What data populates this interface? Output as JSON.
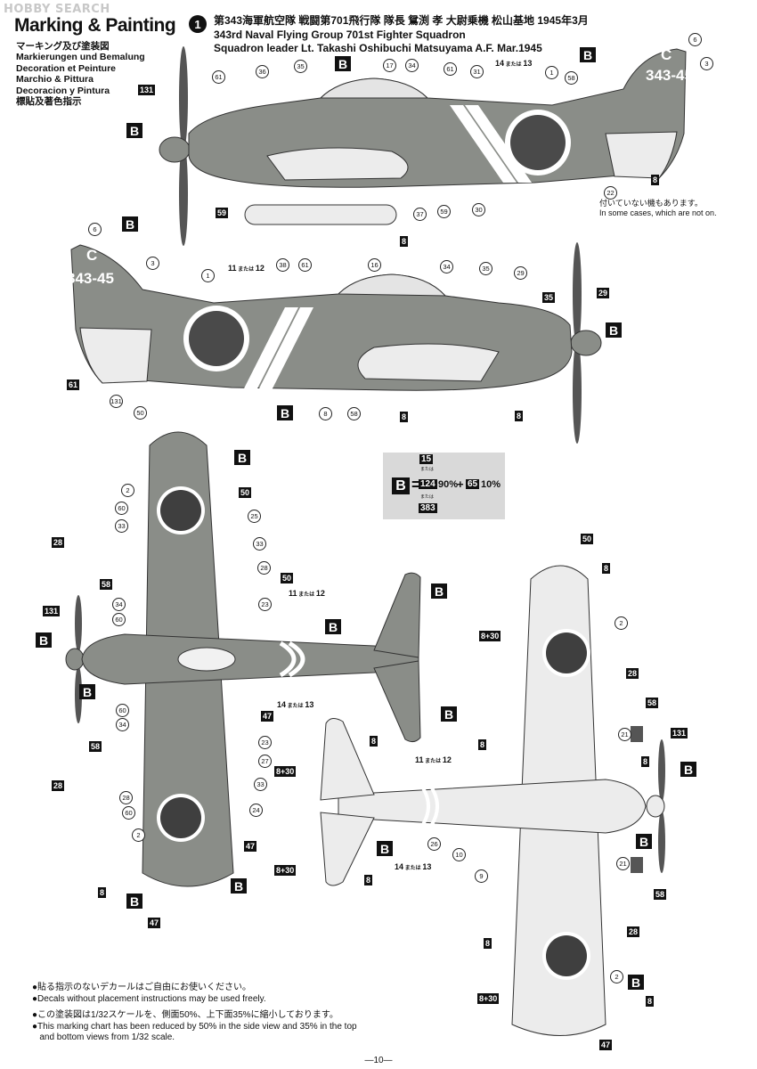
{
  "watermark": "HOBBY SEARCH",
  "header": {
    "title": "Marking & Painting",
    "languages": [
      "マーキング及び塗装図",
      "Markierungen und Bemalung",
      "Decoration et Peinture",
      "Marchio & Pittura",
      "Decoracion y Pintura",
      "標貼及著色指示"
    ],
    "scheme_no": "1",
    "jp_line": "第343海軍航空隊 戦闘第701飛行隊 隊長 鴛渕 孝 大尉乗機 松山基地 1945年3月",
    "en_line1": "343rd Naval Flying Group 701st Fighter Squadron",
    "en_line2": "Squadron leader Lt. Takashi Oshibuchi Matsuyama A.F. Mar.1945"
  },
  "formula": {
    "color_letter": "B",
    "eq": "=",
    "top_code": "15",
    "or_label": "または",
    "or_small": "or",
    "main_code": "124",
    "pct1": "90%",
    "plus": "+",
    "code2": "65",
    "pct2": "10%",
    "bottom_code": "383"
  },
  "side_note": {
    "jp": "付いていない機もあります。",
    "en": "In some cases, which are not on."
  },
  "aircraft_code": "343-45",
  "tail_letter": "C",
  "notes": [
    "●貼る指示のないデカールはご自由にお使いください。",
    "●Decals without placement instructions may be used freely.",
    "●この塗装図は1/32スケールを、側面50%、上下面35%に縮小しております。",
    "●This marking chart has been reduced by 50% in the side view and 35% in the top",
    "   and bottom views from 1/32 scale."
  ],
  "page_number": "—10—",
  "colors": {
    "upper_green": "#8a8d88",
    "lower_grey": "#ececec",
    "black": "#111111",
    "formula_bg": "#d9d9d9"
  },
  "callouts_side1": [
    "36",
    "35",
    "17",
    "34",
    "61",
    "31",
    "14",
    "13",
    "1",
    "6",
    "3",
    "61",
    "131",
    "58",
    "22",
    "8",
    "37",
    "59",
    "30",
    "8",
    "8"
  ],
  "callouts_side2": [
    "6",
    "3",
    "1",
    "11",
    "12",
    "38",
    "61",
    "16",
    "34",
    "35",
    "29",
    "61",
    "131",
    "8",
    "58",
    "59",
    "37",
    "8",
    "8"
  ],
  "callouts_top": [
    "50",
    "2",
    "50",
    "60",
    "25",
    "33",
    "28",
    "2",
    "33",
    "28",
    "50",
    "58",
    "23",
    "34",
    "60",
    "11",
    "12",
    "131",
    "47",
    "23",
    "27",
    "33",
    "24",
    "2",
    "47",
    "8",
    "47",
    "60",
    "34",
    "58",
    "14",
    "13"
  ],
  "callouts_bottom": [
    "50",
    "8",
    "2",
    "8+30",
    "28",
    "2",
    "58",
    "21",
    "131",
    "8",
    "8",
    "11",
    "12",
    "8+30",
    "26",
    "10",
    "9",
    "14",
    "13",
    "21",
    "58",
    "28",
    "2",
    "8",
    "2",
    "8",
    "8+30",
    "47"
  ]
}
